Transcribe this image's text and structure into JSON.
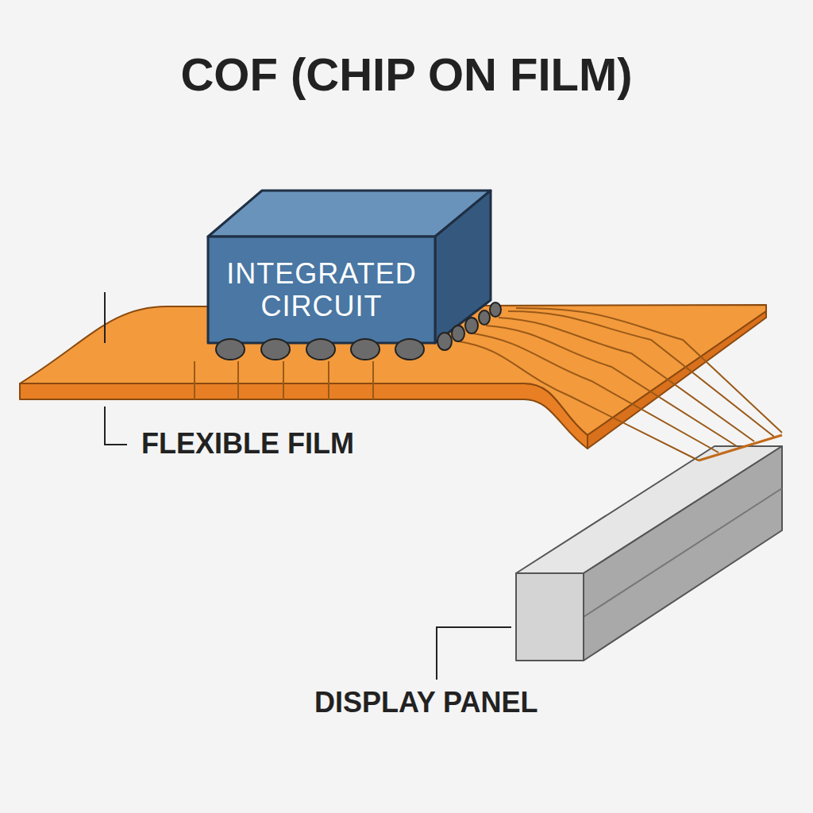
{
  "diagram": {
    "title": "COF (CHIP ON FILM)",
    "nodes": [
      {
        "text": [
          "INTEGRATED CIRCUIT"
        ]
      }
    ],
    "labels": [
      "FLEXIBLE FILM",
      "DISPLAY PANEL"
    ]
  }
}
